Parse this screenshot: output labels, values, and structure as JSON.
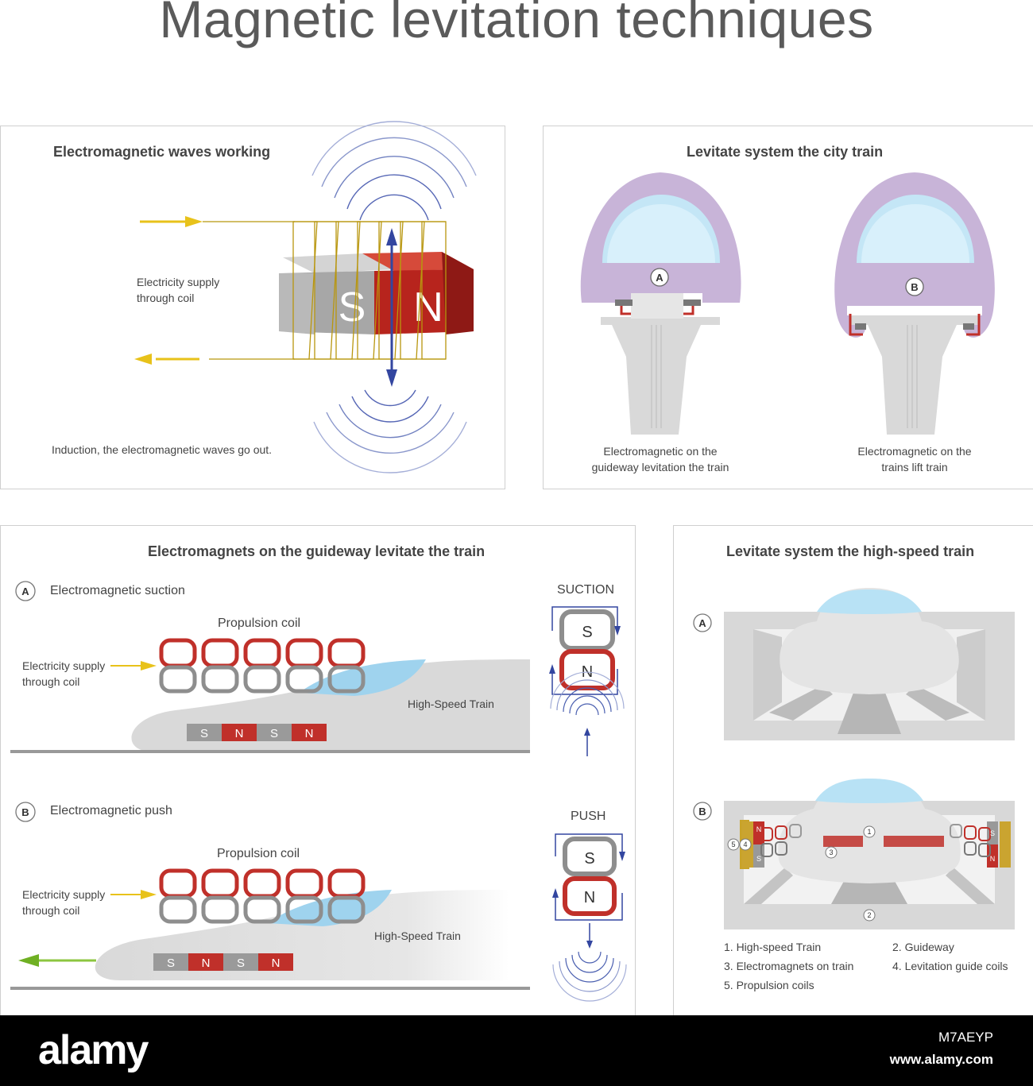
{
  "title": "Magnetic levitation techniques",
  "panel1": {
    "title": "Electromagnetic waves working",
    "supply_label_1": "Electricity supply",
    "supply_label_2": "through coil",
    "pole_s": "S",
    "pole_n": "N",
    "caption": "Induction, the electromagnetic waves go out."
  },
  "panel2": {
    "title": "Levitate system the city train",
    "marker_a": "A",
    "marker_b": "B",
    "caption_a_1": "Electromagnetic on the",
    "caption_a_2": "guideway levitation the train",
    "caption_b_1": "Electromagnetic on the",
    "caption_b_2": "trains lift train"
  },
  "panel3": {
    "title": "Electromagnets on the guideway levitate the train",
    "a": {
      "marker": "A",
      "heading": "Electromagnetic suction",
      "coil_label": "Propulsion coil",
      "supply_1": "Electricity supply",
      "supply_2": "through coil",
      "train_label": "High-Speed Train",
      "magnets": [
        "S",
        "N",
        "S",
        "N"
      ],
      "side_title": "SUCTION",
      "side_s": "S",
      "side_n": "N"
    },
    "b": {
      "marker": "B",
      "heading": "Electromagnetic push",
      "coil_label": "Propulsion coil",
      "supply_1": "Electricity supply",
      "supply_2": "through coil",
      "train_label": "High-Speed Train",
      "magnets": [
        "S",
        "N",
        "S",
        "N"
      ],
      "side_title": "PUSH",
      "side_s": "S",
      "side_n": "N"
    }
  },
  "panel4": {
    "title": "Levitate system the high-speed train",
    "marker_a": "A",
    "marker_b": "B",
    "callouts": [
      "1",
      "2",
      "3",
      "4",
      "5"
    ],
    "mag_left": [
      "N",
      "S"
    ],
    "mag_right": [
      "S",
      "N"
    ],
    "legend": [
      "1.  High-speed Train",
      "2.  Guideway",
      "3.  Electromagnets on train",
      "4.  Levitation guide coils",
      "5.  Propulsion coils"
    ]
  },
  "footer": {
    "brand": "alamy",
    "image_id": "M7AEYP",
    "url": "www.alamy.com"
  },
  "colors": {
    "red": "#c0302a",
    "gray": "#8e8e8e",
    "purple": "#c8b4d8",
    "glass": "#bfe3f5",
    "yellow": "#e8c21a",
    "blue_wave": "#4a5fb0",
    "guideway": "#d8d8d8"
  }
}
